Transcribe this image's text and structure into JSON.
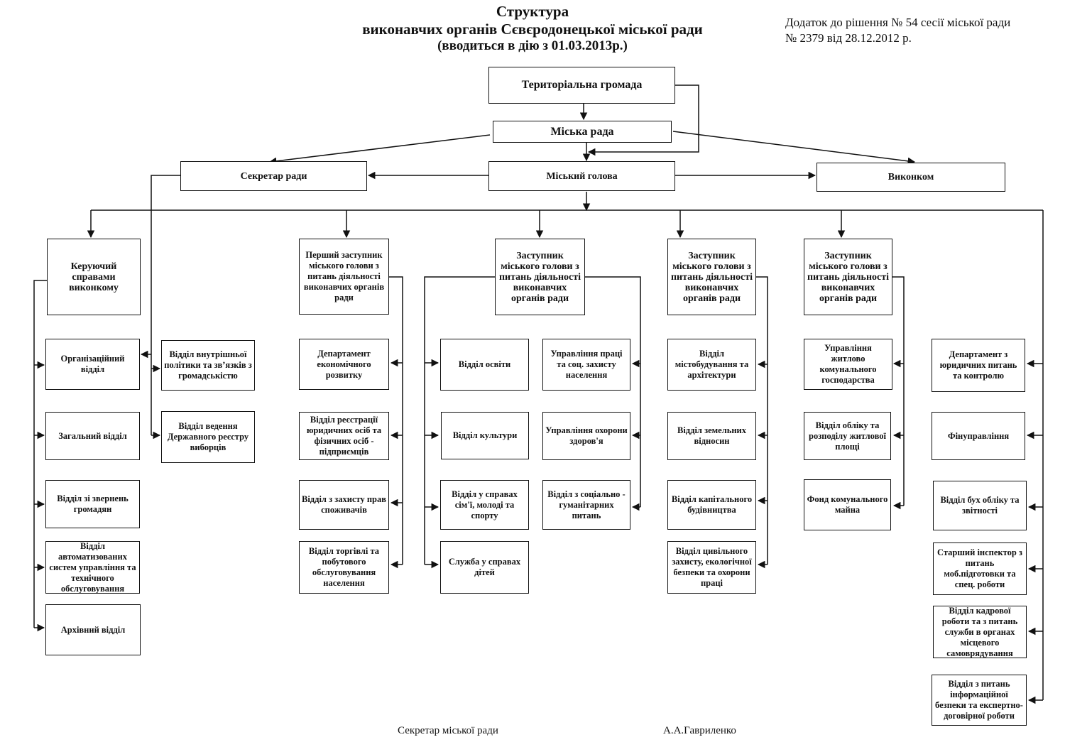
{
  "title": {
    "line1": "Структура",
    "line2": "виконавчих органів Сєвєродонецької міської ради",
    "line3": "(вводиться в дію з 01.03.2013р.)"
  },
  "note": {
    "line1": "Додаток до рішення № 54 сесії міської ради",
    "line2": "№ 2379 від 28.12.2012 р."
  },
  "top": {
    "hromada": "Територіальна громада",
    "rada": "Міська рада",
    "sekretar": "Секретар ради",
    "holova": "Міський голова",
    "vykonkom": "Виконком"
  },
  "heads": {
    "keruyuchyi": "Керуючий справами виконкому",
    "pershyi": "Перший заступник міського голови з питань діяльності виконавчих органів ради",
    "zast1": "Заступник міського голови з питань діяльності виконавчих органів ради",
    "zast2": "Заступник міського голови з питань діяльності виконавчих органів ради",
    "zast3": "Заступник міського голови з питань діяльності виконавчих органів ради"
  },
  "columns": {
    "keruyuchyi": [
      "Організаційний відділ",
      "Загальний відділ",
      "Відділ зі звернень громадян",
      "Відділ автоматизованих систем управління та технічного обслуговування",
      "Архівний відділ"
    ],
    "sekretar": [
      "Відділ внутрішньої політики та зв’язків з громадськістю",
      "Відділ ведення Державного реєстру виборців"
    ],
    "pershyi": [
      "Департамент економічного розвитку",
      "Відділ реєстрації юридичних осіб та фізичних осіб - підприємців",
      "Відділ з захисту прав споживачів",
      "Відділ торгівлі та побутового обслуговування населення"
    ],
    "zast1_left": [
      "Відділ освіти",
      "Відділ культури",
      "Відділ у справах сім'ї, молоді та спорту",
      "Служба у справах дітей"
    ],
    "zast1_right": [
      "Управління праці та соц. захисту населення",
      "Управління охорони здоров'я",
      "Відділ з соціально - гуманітарних питань"
    ],
    "zast2": [
      "Відділ містобудування та архітектури",
      "Відділ земельних відносин",
      "Відділ капітального будівництва",
      "Відділ цивільного захисту, екологічної безпеки та охорони праці"
    ],
    "zast3": [
      "Управління житлово комунального господарства",
      "Відділ обліку та розподілу житлової площі",
      "Фонд комунального майна"
    ],
    "direct": [
      "Департамент з юридичних питань та контролю",
      "Фінуправління",
      "Відділ бух обліку та звітності",
      "Старший інспектор з питань моб.підготовки та спец. роботи",
      "Відділ кадрової роботи та з питань служби в органах місцевого самоврядування",
      "Відділ з питань інформаційної безпеки та експертно-договірної роботи"
    ]
  },
  "signature": {
    "role": "Секретар міської ради",
    "name": "А.А.Гавриленко"
  }
}
